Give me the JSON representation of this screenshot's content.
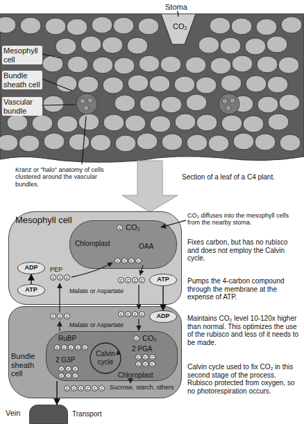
{
  "diagram": {
    "nodes": [
      {
        "text": [
          "Mesophyll cell"
        ]
      },
      {
        "text": [
          "Chloroplast",
          "CO₂",
          "OAA"
        ],
        "in": 0
      },
      {
        "text": [
          "ADP"
        ],
        "in": 0
      },
      {
        "text": [
          "ATP"
        ],
        "in": 0
      },
      {
        "text": [
          "ATP"
        ],
        "in": 0
      },
      {
        "text": [
          "Bundle sheath cell"
        ]
      },
      {
        "text": [
          "Chloroplast",
          "RuBP",
          "CO₂",
          "Calvin cycle",
          "2 PGA",
          "2 G3P"
        ],
        "in": 5
      },
      {
        "text": [
          "ADP"
        ],
        "in": 5
      },
      {
        "text": [
          "Vein"
        ]
      }
    ],
    "edges": [
      {
        "from": 3,
        "to": 2,
        "arrow": "to"
      },
      {
        "from": 4,
        "to": 7,
        "arrow": "to"
      },
      {
        "from": 6,
        "to": 8,
        "arrow": "to"
      }
    ],
    "labels": [
      "Stoma",
      "CO₂",
      "Mesophyll cell",
      "Bundle sheath cell",
      "Vascular bundle",
      "Kranz or \"halo\" anatomy of cells clustered around the vascular bundles.",
      "Section of a leaf of a C4 plant.",
      "CO₂ diffuses into the mesophyll cells from the nearby stoma.",
      "Fixes carbon, but has no rubisco and does not employ the Calvin cycle.",
      "Pumps the 4-carbon compound through the membrane at the expense of ATP.",
      "Maintains CO₂ level 10-120x higher than normal. This optimizes the use of the rubisco and less of it needs to be made.",
      "Calvin cycle used to fix CO₂ in this second stage of the process. Rubisco protected from oxygen, so no photorespiration occurs.",
      "PEP",
      "Malate or Aspartate",
      "Malate or Aspartate",
      "Sucrose, starch, others",
      "Transport",
      "c",
      "c",
      "c",
      "c",
      "c",
      "c",
      "c",
      "c",
      "c",
      "c",
      "c",
      "c",
      "c",
      "c",
      "c",
      "c",
      "c",
      "c",
      "c",
      "c",
      "c",
      "c",
      "c",
      "c",
      "c",
      "c",
      "c",
      "c",
      "c",
      "c",
      "c",
      "c",
      "c",
      "c",
      "c",
      "c",
      "c",
      "c",
      "c",
      "c",
      "c",
      "c",
      "c"
    ]
  }
}
